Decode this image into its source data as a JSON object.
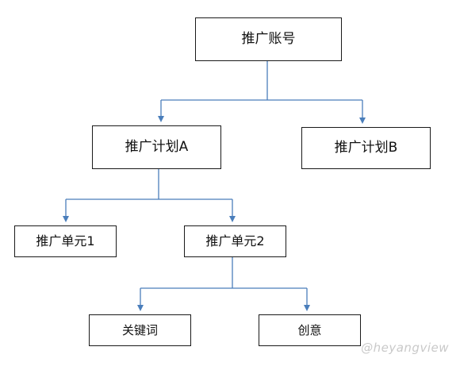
{
  "diagram": {
    "nodes": {
      "account": "推广账号",
      "plan_a": "推广计划A",
      "plan_b": "推广计划B",
      "unit_1": "推广单元1",
      "unit_2": "推广单元2",
      "keyword": "关键词",
      "creative": "创意"
    },
    "connector_color": "#4a7ebb"
  },
  "watermark": "@heyangview"
}
